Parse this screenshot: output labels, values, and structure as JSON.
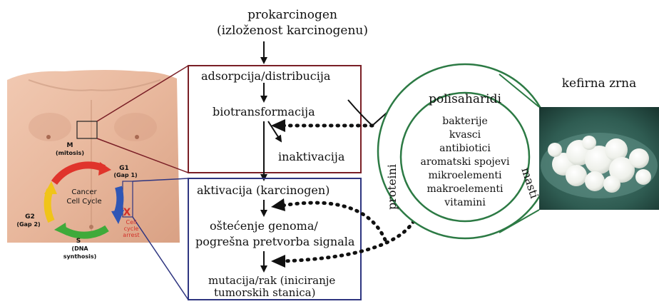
{
  "top": {
    "line1": "prokarcinogen",
    "line2": "(izloženost karcinogenu)"
  },
  "boxes": {
    "upper": {
      "adsorpcija": "adsorpcija/distribucija",
      "biotransformacija": "biotransformacija",
      "inaktivacija": "inaktivacija"
    },
    "lower": {
      "aktivacija": "aktivacija (karcinogen)",
      "ostecenje_line1": "oštećenje genoma/",
      "ostecenje_line2": "pogrešna pretvorba signala",
      "mutacija_line1": "mutacija/rak (iniciranje",
      "mutacija_line2": "tumorskih stanica)"
    }
  },
  "circle": {
    "polisaharidi": "polisaharidi",
    "proteini": "proteini",
    "masti": "masti",
    "items": [
      "bakterije",
      "kvasci",
      "antibiotici",
      "aromatski spojevi",
      "mikroelementi",
      "makroelementi",
      "vitamini"
    ]
  },
  "kefir_label": "kefirna zrna",
  "cell_cycle": {
    "center_line1": "Cancer",
    "center_line2": "Cell Cycle",
    "m_label": "M",
    "m_sub": "(mitosis)",
    "g1_label": "G1",
    "g1_sub": "(Gap 1)",
    "g2_label": "G2",
    "g2_sub": "(Gap 2)",
    "s_label": "S",
    "s_sub1": "(DNA",
    "s_sub2": "synthosis)",
    "x_label": "X",
    "arrest1": "Cell",
    "arrest2": "cycle",
    "arrest3": "arrest"
  },
  "colors": {
    "upper_box": "#7a1f26",
    "lower_box": "#2e3580",
    "circle_green": "#2c7a44",
    "kefir_bg": "#2f5c52",
    "cycle_red": "#e0342b",
    "cycle_yellow": "#f0c419",
    "cycle_green": "#3faa3a",
    "cycle_blue": "#2f56b5",
    "arrest_red": "#d2322b"
  }
}
